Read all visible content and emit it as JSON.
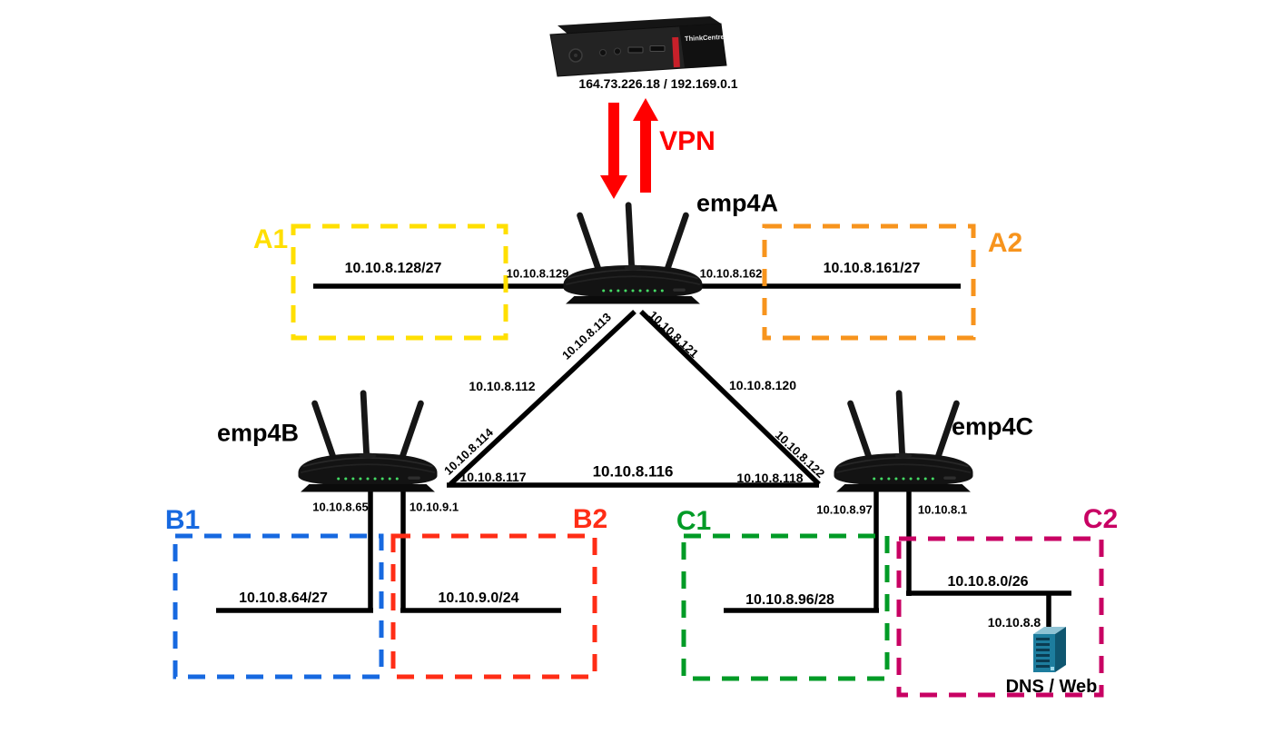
{
  "pc": {
    "ip": "164.73.226.18 / 192.169.0.1",
    "brand": "ThinkCentre"
  },
  "vpn_label": "VPN",
  "routers": {
    "a": "emp4A",
    "b": "emp4B",
    "c": "emp4C"
  },
  "interfaces": {
    "a_left": "10.10.8.129",
    "a_right": "10.10.8.162",
    "ab_a": "10.10.8.113",
    "ab_mid": "10.10.8.112",
    "ab_b": "10.10.8.114",
    "ac_a": "10.10.8.121",
    "ac_mid": "10.10.8.120",
    "ac_c": "10.10.8.122",
    "bc_b": "10.10.8.117",
    "bc_mid": "10.10.8.116",
    "bc_c": "10.10.8.118",
    "b_lan1": "10.10.8.65",
    "b_lan2": "10.10.9.1",
    "c_lan1": "10.10.8.97",
    "c_lan2": "10.10.8.1"
  },
  "networks": {
    "a1": {
      "name": "A1",
      "subnet": "10.10.8.128/27",
      "color": "#FFDF00"
    },
    "a2": {
      "name": "A2",
      "subnet": "10.10.8.161/27",
      "color": "#F7941D"
    },
    "b1": {
      "name": "B1",
      "subnet": "10.10.8.64/27",
      "color": "#1769E0"
    },
    "b2": {
      "name": "B2",
      "subnet": "10.10.9.0/24",
      "color": "#FF2D16"
    },
    "c1": {
      "name": "C1",
      "subnet": "10.10.8.96/28",
      "color": "#009B26"
    },
    "c2": {
      "name": "C2",
      "subnet": "10.10.8.0/26",
      "color": "#C80063"
    }
  },
  "server": {
    "ip": "10.10.8.8",
    "label": "DNS / Web"
  },
  "style": {
    "arrow_color": "#FF0000",
    "line_color": "#000000"
  }
}
